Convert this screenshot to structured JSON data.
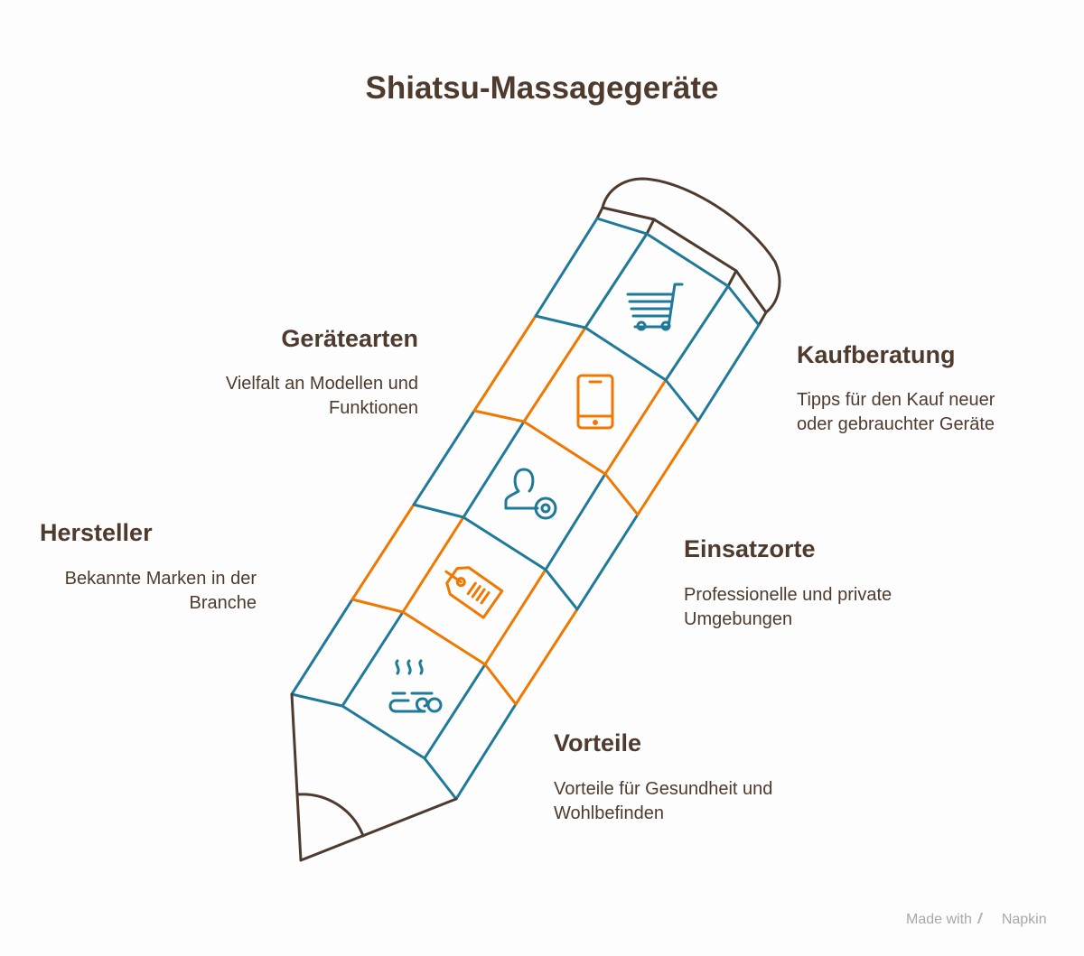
{
  "title": "Shiatsu-Massagegeräte",
  "colors": {
    "blue": "#1f7a99",
    "orange": "#f07800",
    "brown": "#4e3b2e"
  },
  "items": [
    {
      "heading": "Kaufberatung",
      "description": "Tipps für den Kauf neuer oder gebrauchter Geräte",
      "icon": "shopping-cart-icon"
    },
    {
      "heading": "Gerätearten",
      "description": "Vielfalt an Modellen und Funktionen",
      "icon": "smartphone-icon"
    },
    {
      "heading": "Einsatzorte",
      "description": "Professionelle und private Umgebungen",
      "icon": "user-settings-icon"
    },
    {
      "heading": "Hersteller",
      "description": "Bekannte Marken in der Branche",
      "icon": "price-tag-icon"
    },
    {
      "heading": "Vorteile",
      "description": "Vorteile für Gesundheit und Wohlbefinden",
      "icon": "hot-stone-massage-icon"
    }
  ],
  "footer": {
    "made_with": "Made with",
    "brand": "Napkin"
  }
}
